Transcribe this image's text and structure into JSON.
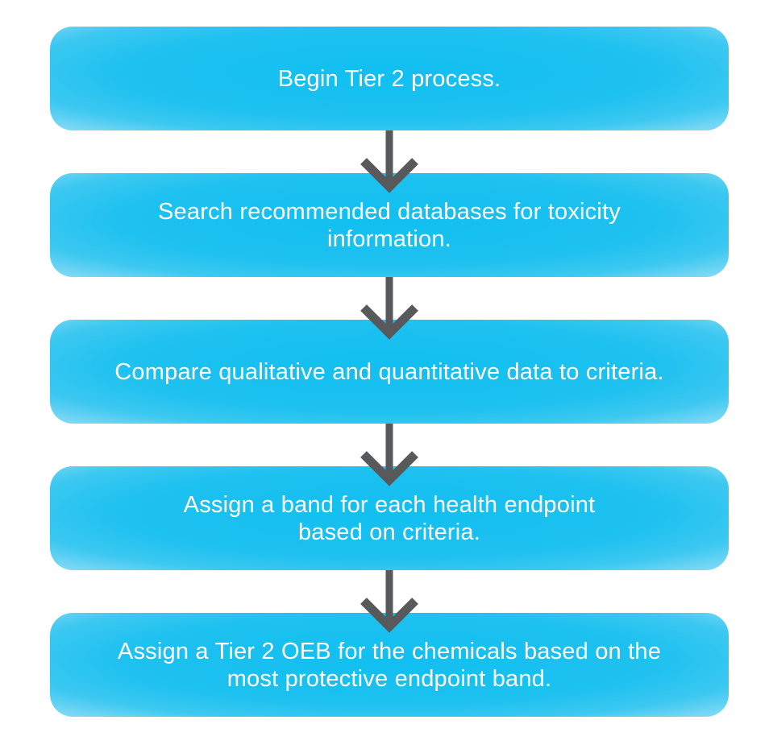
{
  "flowchart": {
    "steps": [
      {
        "text": "Begin Tier 2 process."
      },
      {
        "text": "Search recommended databases for toxicity\ninformation."
      },
      {
        "text": "Compare qualitative and quantitative data to criteria."
      },
      {
        "text": "Assign a band for each health endpoint\nbased on criteria."
      },
      {
        "text": "Assign a Tier 2 OEB for the chemicals based on the\nmost protective endpoint band."
      }
    ],
    "colors": {
      "box_center": "#10bff0",
      "box_edge": "#8edcf5",
      "text": "#ffffff",
      "arrow": "#58595b",
      "background": "#ffffff"
    }
  }
}
